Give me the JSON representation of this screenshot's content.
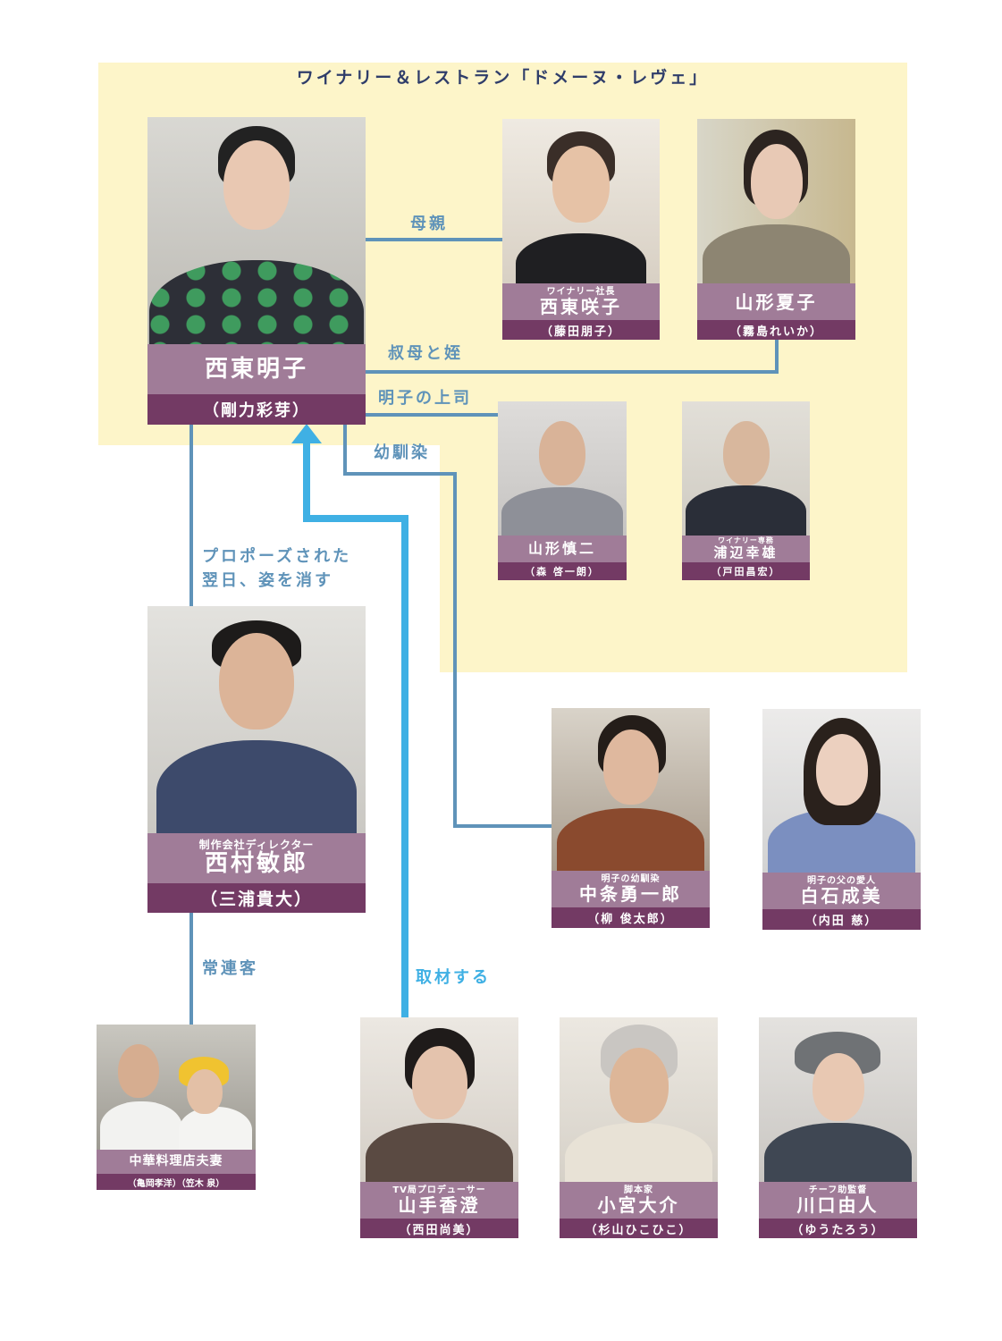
{
  "group": {
    "title": "ワイナリー＆レストラン「ドメーヌ・レヴェ」"
  },
  "relations": {
    "mother": "母親",
    "aunt_niece": "叔母と姪",
    "boss": "明子の上司",
    "childhood": "幼馴染",
    "propose_line1": "プロポーズされた",
    "propose_line2": "翌日、姿を消す",
    "regular": "常連客",
    "interview": "取材する"
  },
  "people": {
    "akiko": {
      "role": "",
      "name": "西東明子",
      "actor": "（剛力彩芽）"
    },
    "sakiko": {
      "role": "ワイナリー社長",
      "name": "西東咲子",
      "actor": "（藤田朋子）"
    },
    "natsuko": {
      "role": "",
      "name": "山形夏子",
      "actor": "（霧島れいか）"
    },
    "shinji": {
      "role": "",
      "name": "山形慎二",
      "actor": "（森 啓一朗）"
    },
    "yukio": {
      "role": "ワイナリー専務",
      "name": "浦辺幸雄",
      "actor": "（戸田昌宏）"
    },
    "toshiro": {
      "role": "制作会社ディレクター",
      "name": "西村敏郎",
      "actor": "（三浦貴大）"
    },
    "yuichiro": {
      "role": "明子の幼馴染",
      "name": "中条勇一郎",
      "actor": "（柳 俊太郎）"
    },
    "narumi": {
      "role": "明子の父の愛人",
      "name": "白石成美",
      "actor": "（内田 慈）"
    },
    "chinese": {
      "role": "",
      "name": "中華料理店夫妻",
      "actor": "（亀岡孝洋）（笠木 泉）"
    },
    "kasumi": {
      "role": "TV局プロデューサー",
      "name": "山手香澄",
      "actor": "（西田尚美）"
    },
    "daisuke": {
      "role": "脚本家",
      "name": "小宮大介",
      "actor": "（杉山ひこひこ）"
    },
    "yoshito": {
      "role": "チーフ助監督",
      "name": "川口由人",
      "actor": "（ゆうたろう）"
    }
  },
  "colors": {
    "group_bg": "#fdf5c9",
    "label_bg": "#a07c98",
    "actor_bg": "#733a64",
    "line": "#5f93b9",
    "arrow": "#3fb0e4",
    "title": "#2f3d6a"
  }
}
